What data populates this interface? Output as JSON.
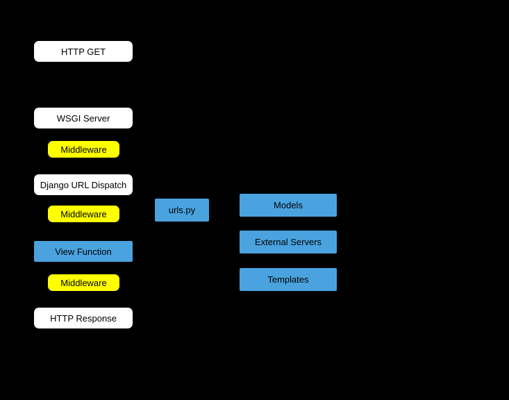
{
  "diagram": {
    "description": "Django HTTP request/response lifecycle flow diagram",
    "nodes": {
      "http_get": {
        "label": "HTTP GET"
      },
      "wsgi_server": {
        "label": "WSGI Server"
      },
      "middleware_request": {
        "label": "Middleware"
      },
      "django_url_dispatch": {
        "label": "Django URL Dispatch"
      },
      "middleware_view": {
        "label": "Middleware"
      },
      "urls_py": {
        "label": "urls.py"
      },
      "view_function": {
        "label": "View Function"
      },
      "middleware_response": {
        "label": "Middleware"
      },
      "http_response": {
        "label": "HTTP Response"
      },
      "models": {
        "label": "Models"
      },
      "external_servers": {
        "label": "External Servers"
      },
      "templates": {
        "label": "Templates"
      }
    }
  },
  "colors": {
    "background": "#000000",
    "white_box": "#ffffff",
    "yellow_box": "#ffff00",
    "blue_box": "#4aa3df",
    "text": "#000000"
  }
}
